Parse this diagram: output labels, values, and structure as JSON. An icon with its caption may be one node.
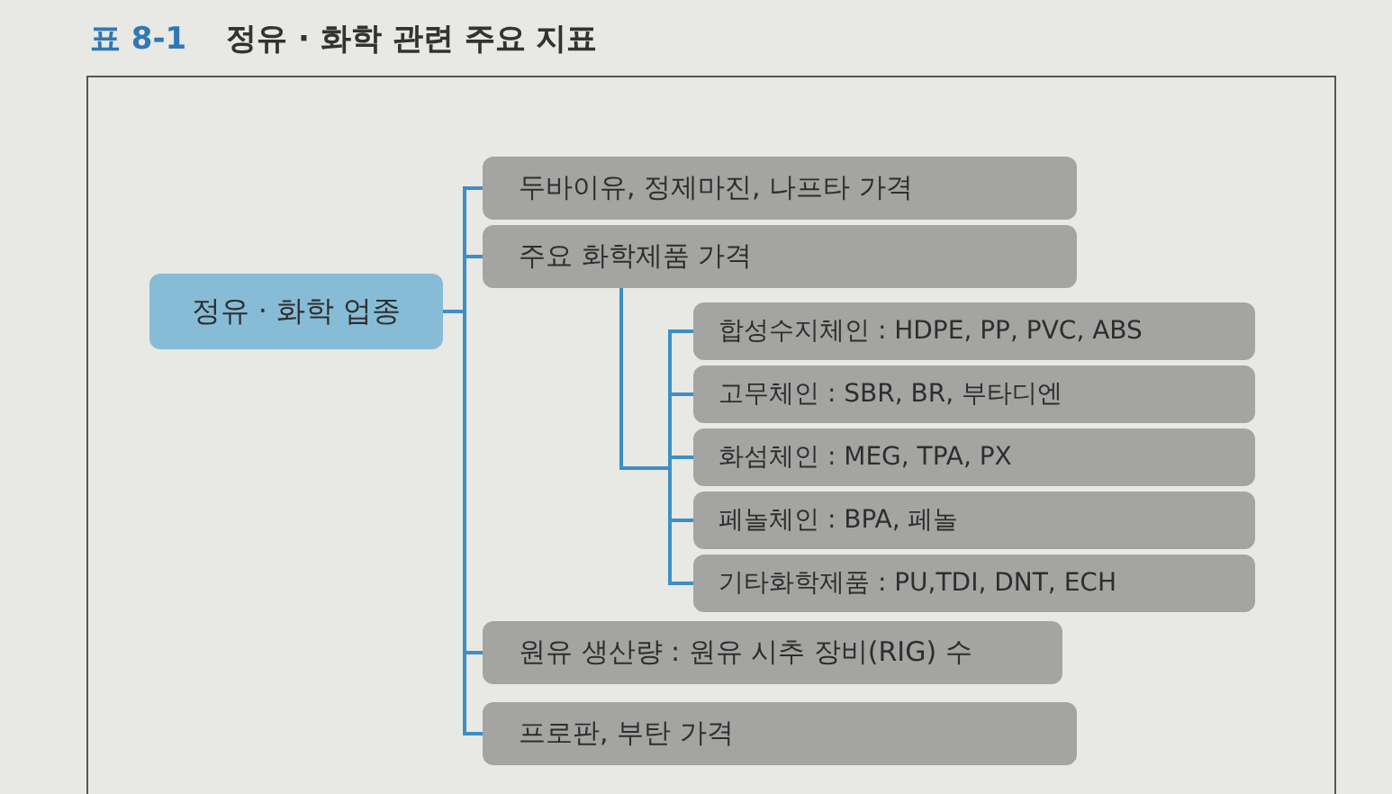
{
  "diagram": {
    "title": "정유 · 화학 관련 주요 지표",
    "nodes": [
      {
        "text": [
          "정유 · 화학 업종"
        ]
      },
      {
        "text": [
          "두바이유, 정제마진, 나프타 가격"
        ]
      },
      {
        "text": [
          "주요 화학제품 가격"
        ]
      },
      {
        "text": [
          "합성수지체인 : HDPE, PP, PVC, ABS"
        ]
      },
      {
        "text": [
          "고무체인 : SBR, BR, 부타디엔"
        ]
      },
      {
        "text": [
          "화섬체인 : MEG, TPA, PX"
        ]
      },
      {
        "text": [
          "페놀체인 : BPA, 페놀"
        ]
      },
      {
        "text": [
          "기타화학제품 : PU,TDI, DNT, ECH"
        ]
      },
      {
        "text": [
          "원유 생산량 : 원유 시추 장비(RIG) 수"
        ]
      },
      {
        "text": [
          "프로판, 부탄 가격"
        ]
      }
    ],
    "edges": [
      {
        "from": 0,
        "to": 1,
        "arrow": "none"
      },
      {
        "from": 0,
        "to": 2,
        "arrow": "none"
      },
      {
        "from": 0,
        "to": 8,
        "arrow": "none"
      },
      {
        "from": 0,
        "to": 9,
        "arrow": "none"
      },
      {
        "from": 2,
        "to": 3,
        "arrow": "none"
      },
      {
        "from": 2,
        "to": 4,
        "arrow": "none"
      },
      {
        "from": 2,
        "to": 5,
        "arrow": "none"
      },
      {
        "from": 2,
        "to": 6,
        "arrow": "none"
      },
      {
        "from": 2,
        "to": 7,
        "arrow": "none"
      }
    ],
    "labels": [
      "표 8-1"
    ]
  }
}
